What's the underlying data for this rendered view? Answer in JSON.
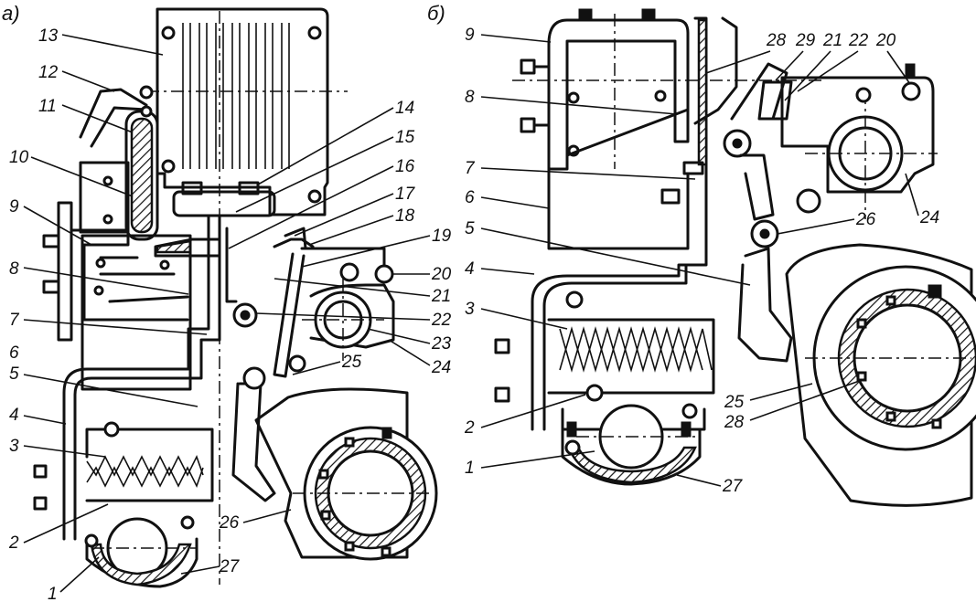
{
  "panels": [
    {
      "id": "a",
      "label": "а)",
      "callouts": [
        "13",
        "12",
        "11",
        "10",
        "9",
        "8",
        "7",
        "6",
        "5",
        "4",
        "3",
        "2",
        "1",
        "27",
        "26",
        "25",
        "24",
        "23",
        "22",
        "21",
        "20",
        "19",
        "18",
        "17",
        "16",
        "15",
        "14"
      ]
    },
    {
      "id": "b",
      "label": "б)",
      "callouts": [
        "9",
        "8",
        "7",
        "6",
        "5",
        "4",
        "3",
        "2",
        "1",
        "27",
        "28",
        "25",
        "24",
        "26",
        "20",
        "22",
        "21",
        "29",
        "28"
      ]
    }
  ]
}
